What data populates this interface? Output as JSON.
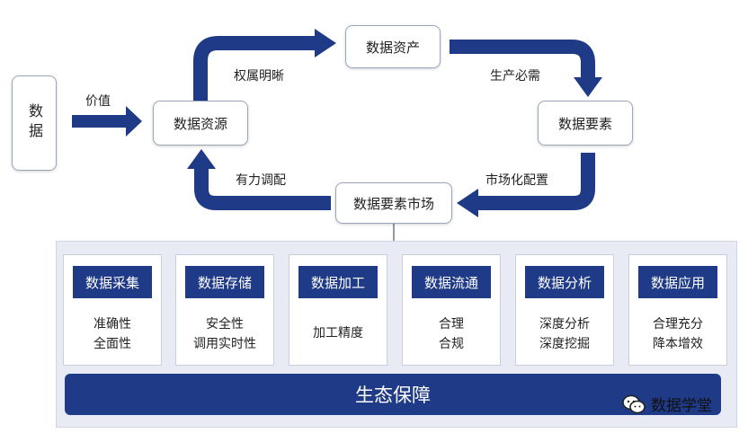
{
  "nodes": {
    "data": "数据",
    "data_resource": "数据资源",
    "data_asset": "数据资产",
    "data_element": "数据要素",
    "data_market": "数据要素市场"
  },
  "edge_labels": {
    "value": "价值",
    "ownership": "权属明晰",
    "production": "生产必需",
    "market_allocation": "市场化配置",
    "regulation": "有力调配"
  },
  "colors": {
    "primary": "#1f3a86",
    "panel": "#e8ebf3"
  },
  "stages": [
    {
      "title": "数据采集",
      "lines": [
        "准确性",
        "全面性"
      ]
    },
    {
      "title": "数据存储",
      "lines": [
        "安全性",
        "调用实时性"
      ]
    },
    {
      "title": "数据加工",
      "lines": [
        "加工精度"
      ]
    },
    {
      "title": "数据流通",
      "lines": [
        "合理",
        "合规"
      ]
    },
    {
      "title": "数据分析",
      "lines": [
        "深度分析",
        "深度挖掘"
      ]
    },
    {
      "title": "数据应用",
      "lines": [
        "合理充分",
        "降本增效"
      ]
    }
  ],
  "foundation": "生态保障",
  "watermark": {
    "icon": "wechat-icon",
    "text": "数据学堂"
  }
}
